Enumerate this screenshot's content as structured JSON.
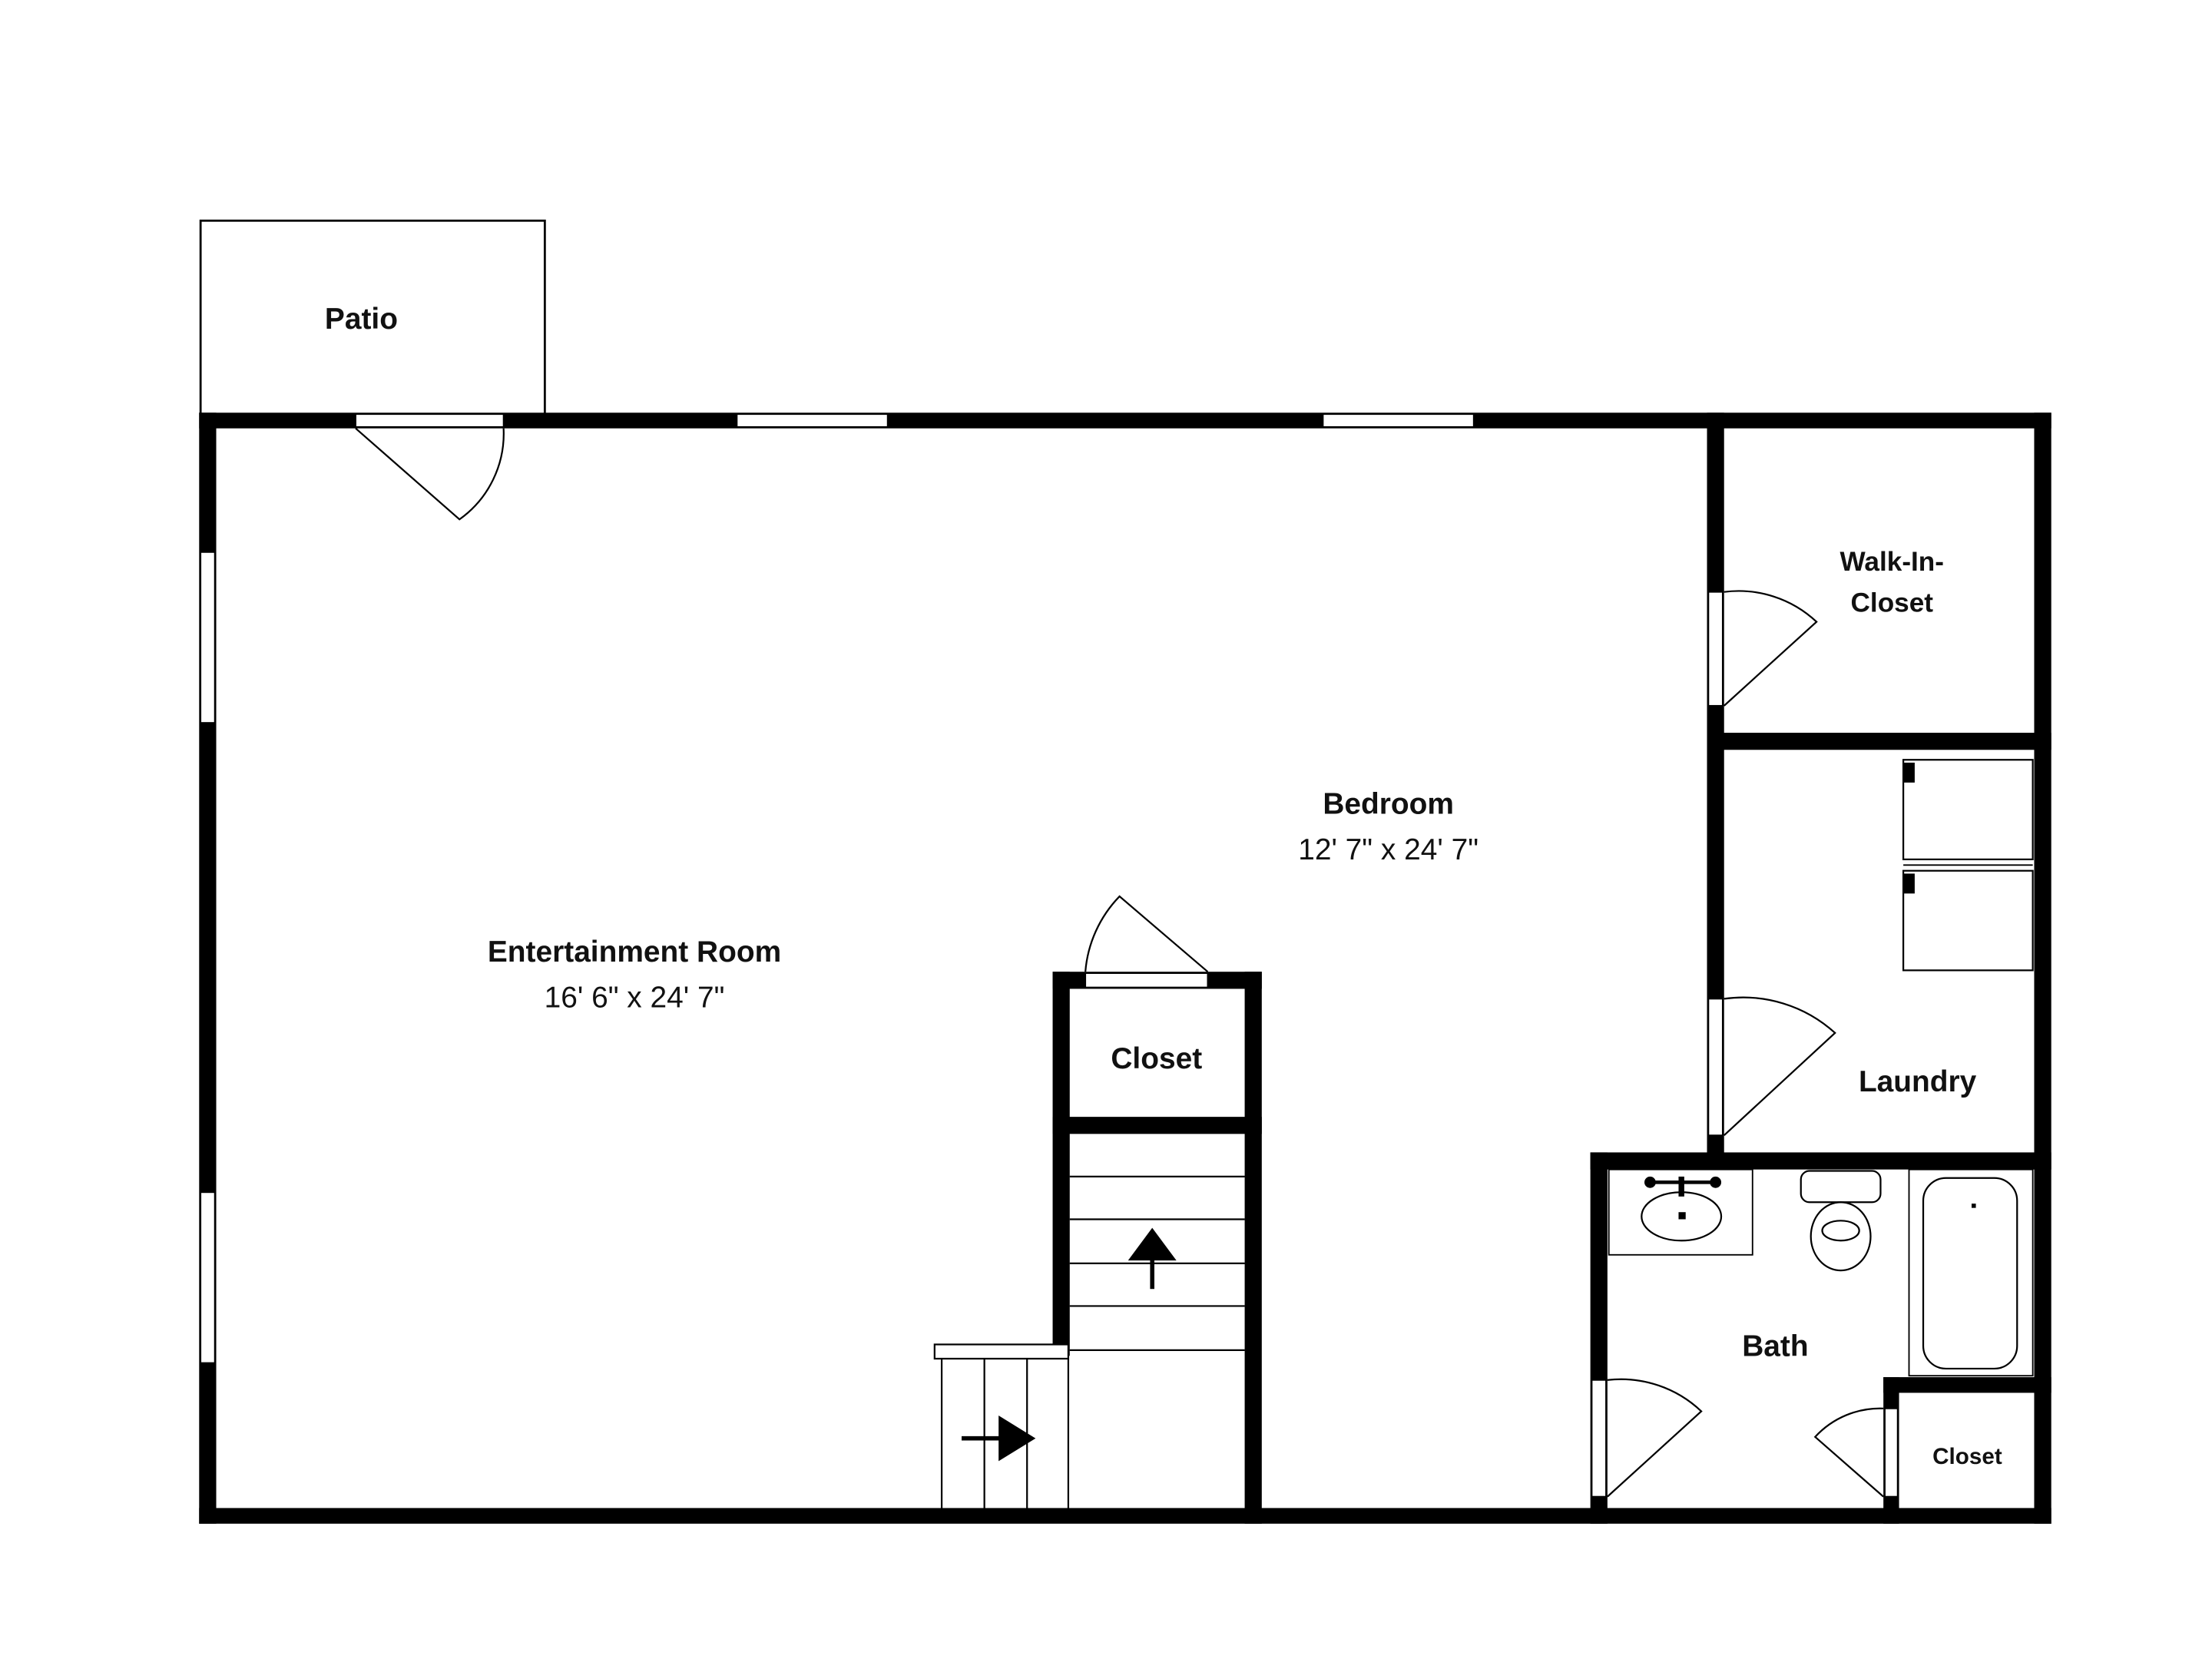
{
  "rooms": {
    "patio": {
      "name": "Patio"
    },
    "entertainment": {
      "name": "Entertainment Room",
      "dims": "16' 6\" x 24' 7\""
    },
    "bedroom": {
      "name": "Bedroom",
      "dims": "12' 7\" x 24' 7\""
    },
    "walk_in_closet": {
      "name_line1": "Walk-In-",
      "name_line2": "Closet"
    },
    "laundry": {
      "name": "Laundry"
    },
    "stair_closet": {
      "name": "Closet"
    },
    "bath": {
      "name": "Bath"
    },
    "bath_closet": {
      "name": "Closet"
    }
  },
  "colors": {
    "wall": "#000000",
    "background": "#ffffff",
    "text": "#111111"
  }
}
